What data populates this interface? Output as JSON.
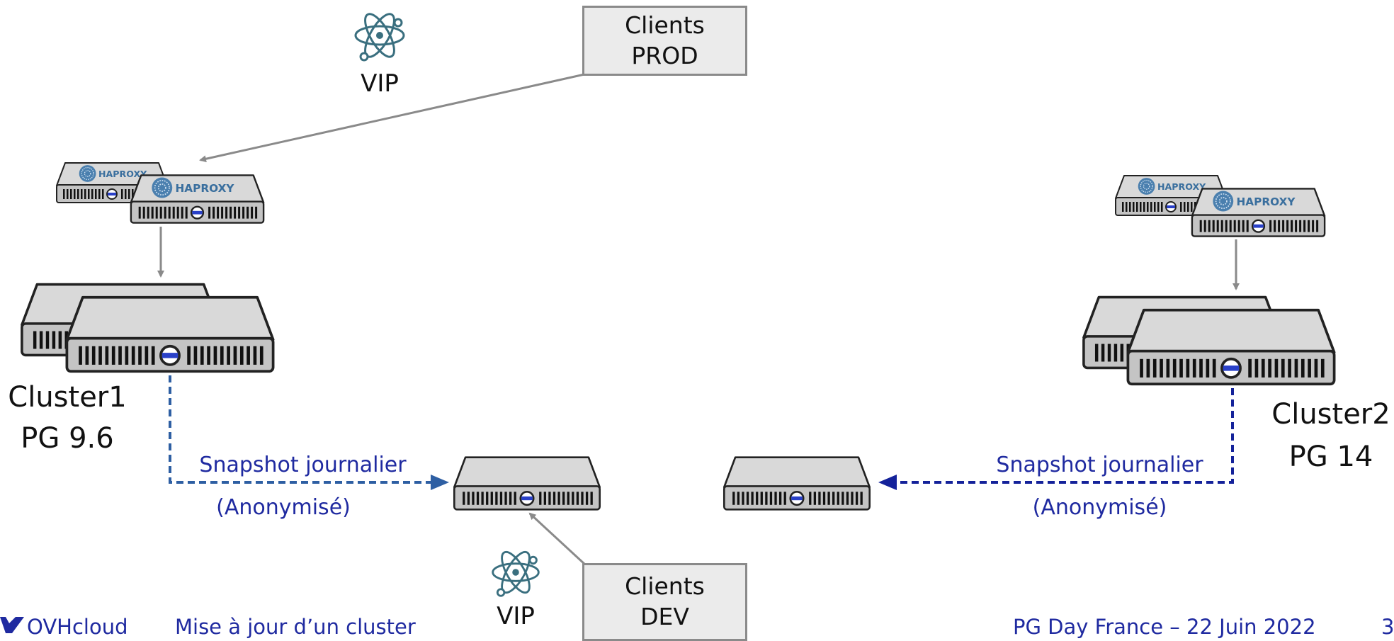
{
  "top_vip": {
    "label": "VIP",
    "icon": "electron-icon"
  },
  "bottom_vip": {
    "label": "VIP",
    "icon": "electron-icon"
  },
  "clients_prod": {
    "line1": "Clients",
    "line2": "PROD"
  },
  "clients_dev": {
    "line1": "Clients",
    "line2": "DEV"
  },
  "haproxy_logo_text": "HAPROXY",
  "cluster1": {
    "name": "Cluster1",
    "version": "PG 9.6"
  },
  "cluster2": {
    "name": "Cluster2",
    "version": "PG 14"
  },
  "snapshot_left": {
    "line1": "Snapshot journalier",
    "line2": "(Anonymisé)"
  },
  "snapshot_right": {
    "line1": "Snapshot journalier",
    "line2": "(Anonymisé)"
  },
  "footer": {
    "brand": "OVHcloud",
    "title": "Mise à jour d’un cluster",
    "event": "PG Day France – 22 Juin 2022",
    "page": "3"
  },
  "colors": {
    "gray_arrow": "#8a8a8a",
    "left_snapshot": "#2e5fa3",
    "right_snapshot": "#14229a",
    "text_blue": "#1f2aa0"
  }
}
